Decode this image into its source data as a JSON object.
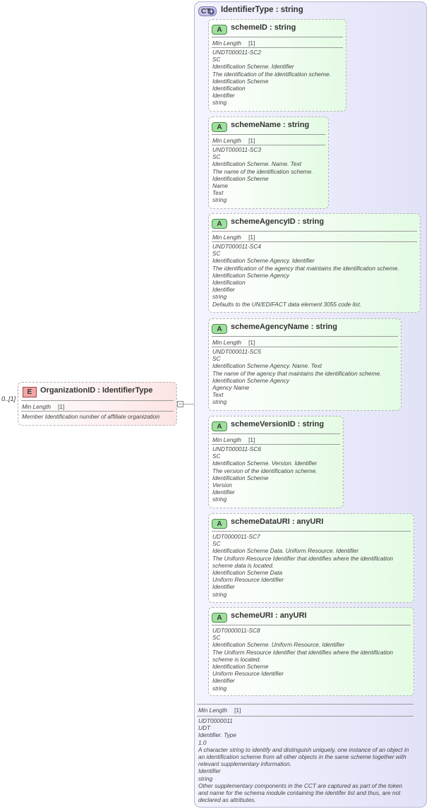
{
  "element": {
    "badge": "E",
    "title": "OrganizationID : IdentifierType",
    "occurrence": "0..[1]",
    "facet_label": "Min Length",
    "facet_value": "[1]",
    "doc": "Member Identification number of affiliate organization",
    "collapse_symbol": "−"
  },
  "complex_type": {
    "badge": "CT",
    "badge_plus": "+",
    "title": "IdentifierType : string",
    "facet_label": "Min Length",
    "facet_value": "[1]",
    "doc": [
      "UDT0000011",
      "UDT",
      "Identifier. Type",
      "1.0",
      "A character string to identify and distinguish uniquely, one instance of an object in an identification scheme from all other objects in the same scheme together with relevant supplementary information.",
      "Identifier",
      "string",
      "Other supplementary components in the CCT are captured as part of the token and name for the schema module containing the identifer list and thus, are not declared as attributes."
    ]
  },
  "attributes": [
    {
      "badge": "A",
      "title": "schemeID : string",
      "facet_label": "Min Length",
      "facet_value": "[1]",
      "doc": [
        "UNDT000011-SC2",
        "SC",
        "Identification Scheme. Identifier",
        "The identification of the identification scheme.",
        "Identification Scheme",
        "Identification",
        "Identifier",
        "string"
      ]
    },
    {
      "badge": "A",
      "title": "schemeName : string",
      "facet_label": "Min Length",
      "facet_value": "[1]",
      "doc": [
        "UNDT000011-SC3",
        "SC",
        "Identification Scheme. Name. Text",
        "The name of the identification scheme.",
        "Identification Scheme",
        "Name",
        "Text",
        "string"
      ]
    },
    {
      "badge": "A",
      "title": "schemeAgencyID : string",
      "facet_label": "Min Length",
      "facet_value": "[1]",
      "doc": [
        "UNDT000011-SC4",
        "SC",
        "Identification Scheme Agency. Identifier",
        "The identification of the agency that maintains the identification scheme.",
        "Identification Scheme Agency",
        "Identification",
        "Identifier",
        "string",
        "Defaults to the UN/EDIFACT data element 3055 code list."
      ]
    },
    {
      "badge": "A",
      "title": "schemeAgencyName : string",
      "facet_label": "Min Length",
      "facet_value": "[1]",
      "doc": [
        "UNDT000011-SC5",
        "SC",
        "Identification Scheme Agency. Name. Text",
        "The name of the agency that maintains the identification scheme.",
        "Identification Scheme Agency",
        "Agency Name",
        "Text",
        "string"
      ]
    },
    {
      "badge": "A",
      "title": "schemeVersionID : string",
      "facet_label": "Min Length",
      "facet_value": "[1]",
      "doc": [
        "UNDT000011-SC6",
        "SC",
        "Identification Scheme. Version. Identifier",
        "The version of the identification scheme.",
        "Identification Scheme",
        "Version",
        "Identifier",
        "string"
      ]
    },
    {
      "badge": "A",
      "title": "schemeDataURI : anyURI",
      "doc": [
        "UDT0000011-SC7",
        "SC",
        "Identification Scheme Data. Uniform Resource. Identifier",
        "The Uniform Resource Identifier that identifies where the identification scheme data is located.",
        "Identification Scheme Data",
        "Uniform Resource Identifier",
        "Identifier",
        "string"
      ]
    },
    {
      "badge": "A",
      "title": "schemeURI : anyURI",
      "doc": [
        "UDT0000011-SC8",
        "SC",
        "Identification Scheme. Uniform Resource. Identifier",
        "The Uniform Resource Identifier that identifies where the identification scheme is located.",
        "Identification Scheme",
        "Uniform Resource Identifier",
        "Identifier",
        "string"
      ]
    }
  ]
}
